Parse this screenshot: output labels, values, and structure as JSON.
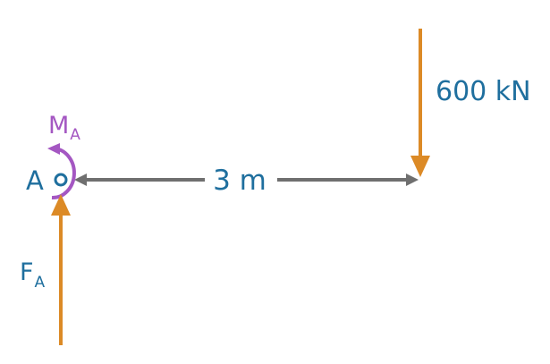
{
  "diagram": {
    "point_label": "A",
    "moment_label": {
      "main": "M",
      "sub": "A"
    },
    "reaction_force_label": {
      "main": "F",
      "sub": "A"
    },
    "applied_load_label": "600 kN",
    "distance_label": "3 m",
    "colors": {
      "blue": "#1f6f9e",
      "orange": "#dc8a26",
      "purple": "#a457c2",
      "gray": "#6f6f6f"
    }
  }
}
